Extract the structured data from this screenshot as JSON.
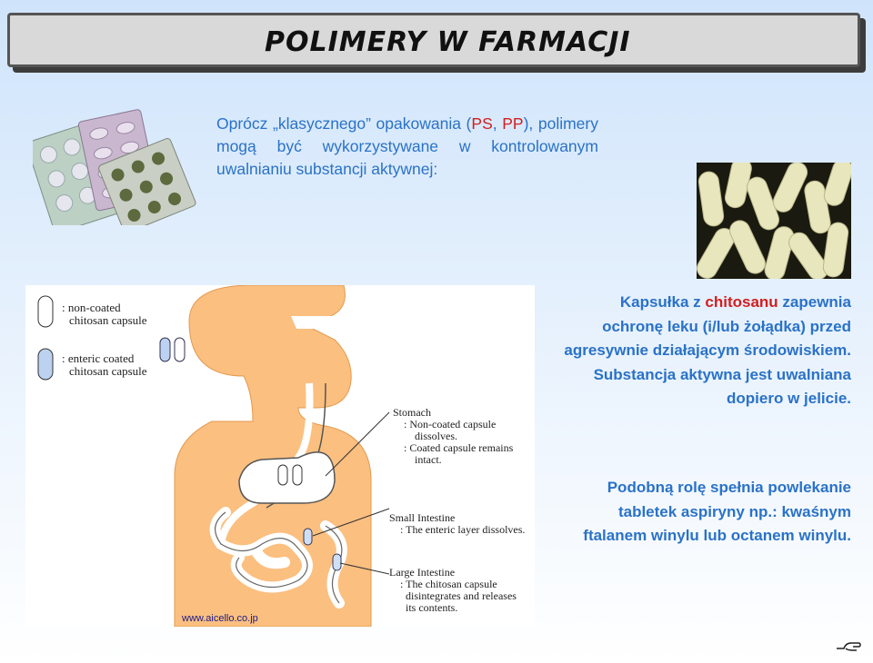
{
  "title": "POLIMERY W FARMACJI",
  "intro": {
    "p1": "Oprócz „klasycznego” opakowania (",
    "ps": "PS",
    "comma": ", ",
    "pp": "PP",
    "p2": "), polimery mogą być wykorzystywane w kontrolowanym uwalnianiu substancji aktywnej:"
  },
  "legend": {
    "noncoated_line1": ": non-coated",
    "noncoated_line2": "chitosan capsule",
    "enteric_line1": ": enteric coated",
    "enteric_line2": "chitosan capsule"
  },
  "organs": {
    "stomach_title": "Stomach",
    "stomach_l1": ": Non-coated capsule",
    "stomach_l2": "dissolves.",
    "stomach_l3": ": Coated capsule remains",
    "stomach_l4": "intact.",
    "small_title": "Small Intestine",
    "small_l1": ": The enteric layer dissolves.",
    "large_title": "Large Intestine",
    "large_l1": ": The chitosan capsule",
    "large_l2": "disintegrates and releases",
    "large_l3": "its contents."
  },
  "para1": {
    "a": "Kapsułka z ",
    "chitosan": "chitosanu",
    "b": " zapewnia ochronę leku (i/lub żołądka) przed agresywnie działającym środowiskiem. Substancja aktywna jest uwalniana dopiero w jelicie."
  },
  "para2": "Podobną rolę spełnia powlekanie tabletek aspiryny np.: kwaśnym ftalanem winylu lub octanem winylu.",
  "source": "www.aicello.co.jp",
  "icons": {
    "nav": "hand-pointer-icon"
  },
  "colors": {
    "text_blue": "#2a72c8",
    "highlight_red": "#d21e1e",
    "body_orange": "#fbbf80"
  }
}
